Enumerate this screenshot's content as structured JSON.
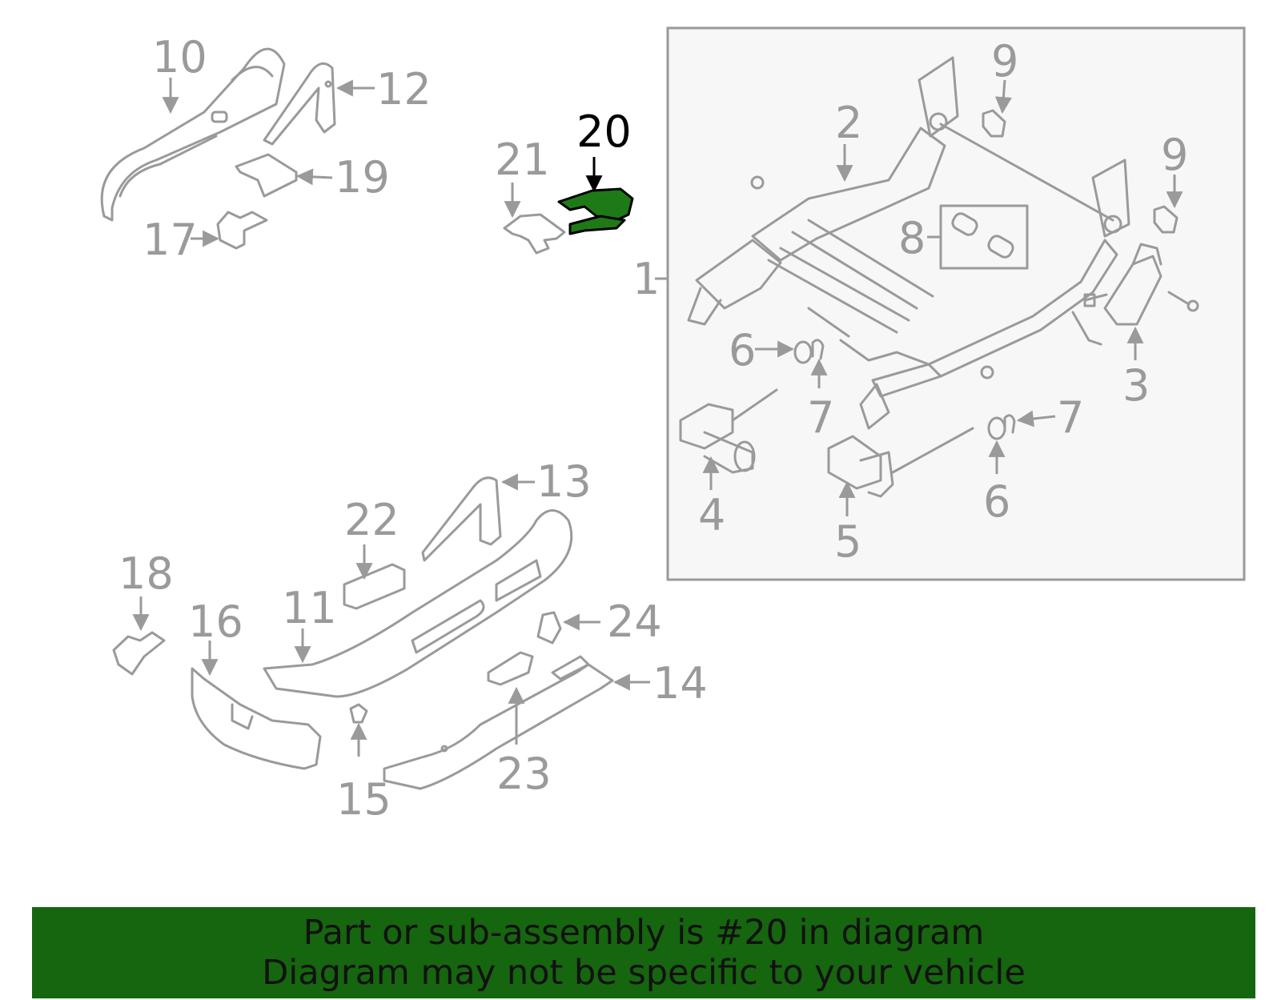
{
  "diagram": {
    "callouts": [
      {
        "id": "1",
        "label": "1"
      },
      {
        "id": "2",
        "label": "2"
      },
      {
        "id": "3",
        "label": "3"
      },
      {
        "id": "4",
        "label": "4"
      },
      {
        "id": "5",
        "label": "5"
      },
      {
        "id": "6a",
        "label": "6"
      },
      {
        "id": "6b",
        "label": "6"
      },
      {
        "id": "7a",
        "label": "7"
      },
      {
        "id": "7b",
        "label": "7"
      },
      {
        "id": "8",
        "label": "8"
      },
      {
        "id": "9a",
        "label": "9"
      },
      {
        "id": "9b",
        "label": "9"
      },
      {
        "id": "10",
        "label": "10"
      },
      {
        "id": "11",
        "label": "11"
      },
      {
        "id": "12",
        "label": "12"
      },
      {
        "id": "13",
        "label": "13"
      },
      {
        "id": "14",
        "label": "14"
      },
      {
        "id": "15",
        "label": "15"
      },
      {
        "id": "16",
        "label": "16"
      },
      {
        "id": "17",
        "label": "17"
      },
      {
        "id": "18",
        "label": "18"
      },
      {
        "id": "19",
        "label": "19"
      },
      {
        "id": "20",
        "label": "20",
        "highlighted": true
      },
      {
        "id": "21",
        "label": "21"
      },
      {
        "id": "22",
        "label": "22"
      },
      {
        "id": "23",
        "label": "23"
      },
      {
        "id": "24",
        "label": "24"
      }
    ],
    "highlight_color": "#1e7a16",
    "line_color": "#9a9a9a"
  },
  "banner": {
    "line1": "Part or sub-assembly is #20 in diagram",
    "line2": "Diagram may not be specific to your vehicle",
    "background": "#16650f"
  }
}
